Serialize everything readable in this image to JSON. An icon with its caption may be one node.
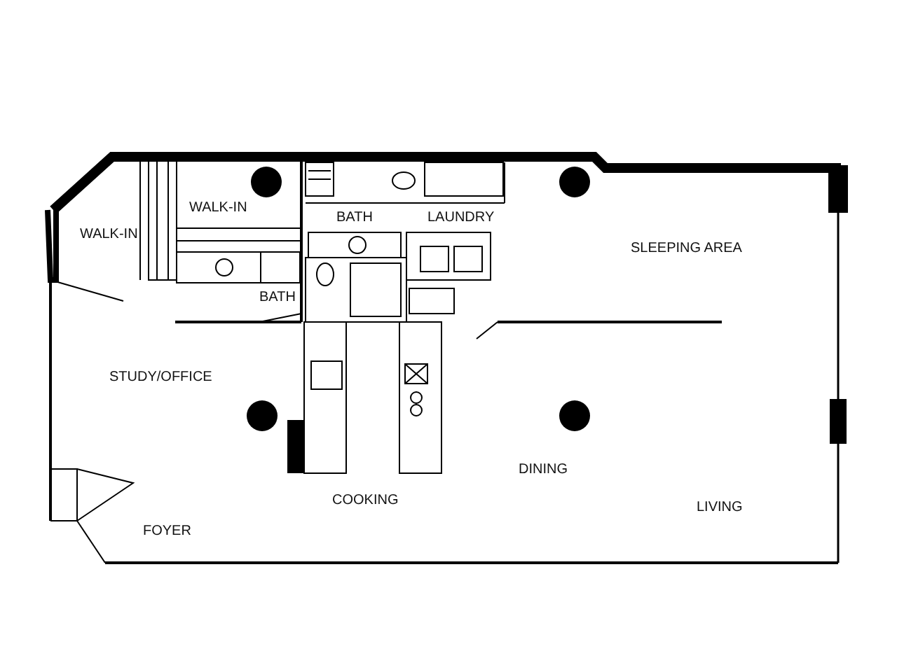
{
  "diagram": {
    "labels": [
      "WALK-IN",
      "BATH",
      "LAUNDRY",
      "WALK-IN",
      "SLEEPING AREA",
      "BATH",
      "STUDY/OFFICE",
      "DINING",
      "COOKING",
      "LIVING",
      "FOYER"
    ]
  }
}
